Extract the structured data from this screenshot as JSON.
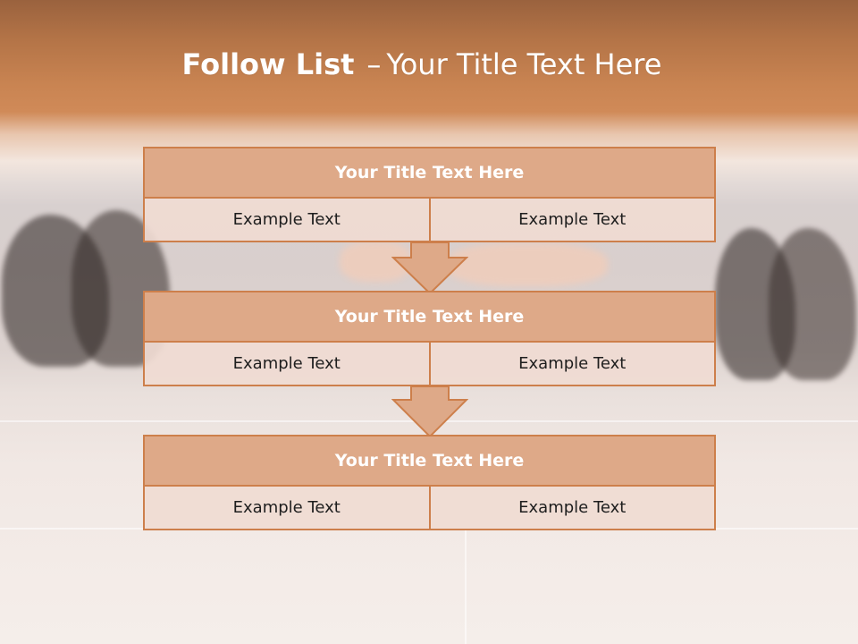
{
  "title": {
    "bold": "Follow List",
    "separator": "–",
    "rest": "Your Title Text Here"
  },
  "steps": [
    {
      "heading": "Your Title Text Here",
      "cells": [
        "Example Text",
        "Example Text"
      ]
    },
    {
      "heading": "Your Title Text Here",
      "cells": [
        "Example Text",
        "Example Text"
      ]
    },
    {
      "heading": "Your Title Text Here",
      "cells": [
        "Example Text",
        "Example Text"
      ]
    }
  ],
  "colors": {
    "header_fill": "#dea988",
    "border": "#cd7f4b",
    "cell_fill": "#f0dbd2",
    "title_bar": "#c98452"
  }
}
